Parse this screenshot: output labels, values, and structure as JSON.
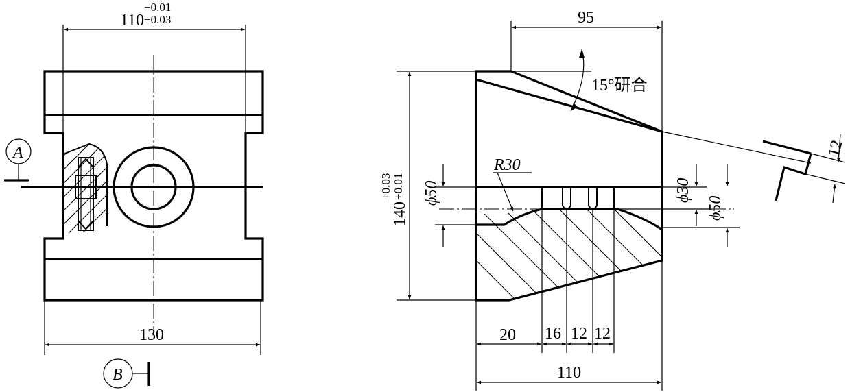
{
  "front_view": {
    "width_dim": "110",
    "width_tol_upper": "−0.01",
    "width_tol_lower": "−0.03",
    "bottom_dim": "130",
    "view_marker_a": "A",
    "view_marker_b": "B"
  },
  "side_view": {
    "top_dim": "95",
    "angle_note": "15°研合",
    "height_dim": "140",
    "height_tol_upper": "+0.03",
    "height_tol_lower": "+0.01",
    "radius_note": "R30",
    "left_dia": "ϕ50",
    "right_dia_small": "ϕ30",
    "right_dia_large": "ϕ50",
    "bottom_dim_20": "20",
    "bottom_dim_16": "16",
    "bottom_dim_12a": "12",
    "bottom_dim_12b": "12",
    "bottom_dim_110": "110",
    "slope_dim": "12"
  }
}
